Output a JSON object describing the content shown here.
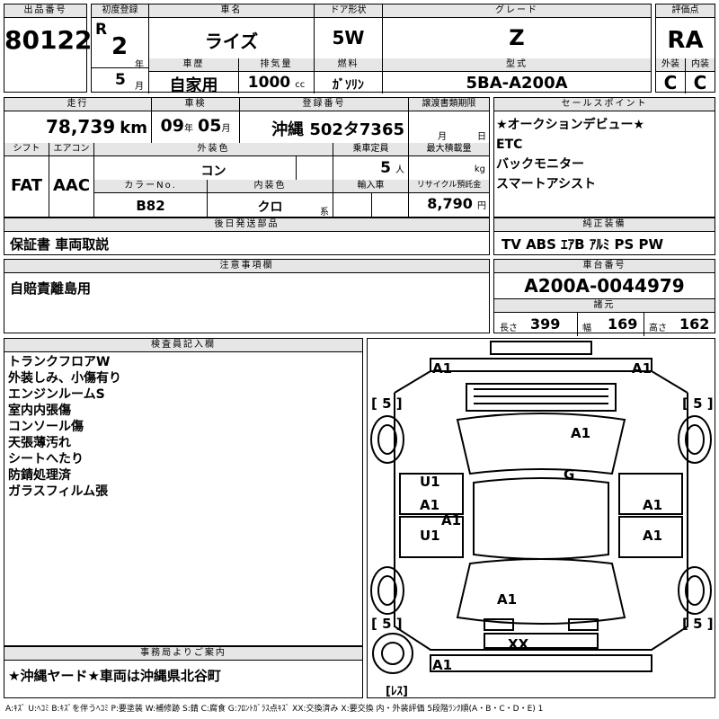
{
  "lot": {
    "label": "出品番号",
    "value": "80122"
  },
  "first_reg": {
    "label": "初度登録",
    "era": "R",
    "year": "2",
    "year_unit": "年",
    "month": "5",
    "month_unit": "月"
  },
  "car_name": {
    "label": "車名",
    "value": "ライズ"
  },
  "door": {
    "label": "ドア形状",
    "value": "5W"
  },
  "grade": {
    "label": "グレード",
    "value": "Z"
  },
  "score": {
    "label": "評価点",
    "value": "RA"
  },
  "history": {
    "label": "車歴",
    "value": "自家用"
  },
  "displacement": {
    "label": "排気量",
    "value": "1000",
    "unit": "cc"
  },
  "fuel": {
    "label": "燃料",
    "value": "ｶﾞｿﾘﾝ"
  },
  "model": {
    "label": "型式",
    "value": "5BA-A200A"
  },
  "ext_score": {
    "label": "外装",
    "value": "C"
  },
  "int_score": {
    "label": "内装",
    "value": "C"
  },
  "mileage": {
    "label": "走行",
    "value": "78,739",
    "unit": "km"
  },
  "inspection": {
    "label": "車検",
    "year": "09",
    "year_unit": "年",
    "month": "05",
    "month_unit": "月"
  },
  "reg_no": {
    "label": "登録番号",
    "value": "沖縄 502タ7365"
  },
  "transfer": {
    "label": "譲渡書類期限",
    "month_unit": "月",
    "day_unit": "日"
  },
  "shift": {
    "label": "シフト",
    "value": "FAT"
  },
  "aircon": {
    "label": "エアコン",
    "value": "AAC"
  },
  "ext_color": {
    "label": "外装色",
    "value": "コン"
  },
  "capacity": {
    "label": "乗車定員",
    "value": "5",
    "unit": "人"
  },
  "max_load": {
    "label": "最大積載量",
    "unit": "kg"
  },
  "color_no": {
    "label": "カラーNo.",
    "value": "B82"
  },
  "int_color": {
    "label": "内装色",
    "value": "クロ",
    "unit": "系"
  },
  "import": {
    "label": "輸入車"
  },
  "recycle": {
    "label": "リサイクル預託金",
    "value": "8,790",
    "unit": "円"
  },
  "sales_points": {
    "label": "セールスポイント",
    "items": [
      "★オークションデビュー★",
      "ETC",
      "バックモニター",
      "スマートアシスト"
    ]
  },
  "later_parts": {
    "label": "後日発送部品",
    "value": "保証書 車両取説"
  },
  "equipment": {
    "label": "純正装備",
    "value": "TV ABS ｴｱB ｱﾙﾐ PS PW"
  },
  "notes": {
    "label": "注意事項欄",
    "value": "自賠責離島用"
  },
  "chassis": {
    "label": "車台番号",
    "value": "A200A-0044979"
  },
  "specs": {
    "label": "諸元",
    "length_label": "長さ",
    "length": "399",
    "width_label": "幅",
    "width": "169",
    "height_label": "高さ",
    "height": "162"
  },
  "inspector": {
    "label": "検査員記入欄",
    "items": [
      "トランクフロアW",
      "外装しみ、小傷有り",
      "エンジンルームS",
      "室内内張傷",
      "コンソール傷",
      "天張薄汚れ",
      "シートへたり",
      "防錆処理済",
      "ガラスフィルム張"
    ]
  },
  "office": {
    "label": "事務局よりご案内",
    "value": "★沖縄ヤード★車両は沖縄県北谷町"
  },
  "diagram": {
    "tire_fl": "[ 5 ]",
    "tire_fr": "[ 5 ]",
    "tire_rl": "[ 5 ]",
    "tire_rr": "[ 5 ]",
    "spare": "[ﾚｽ]",
    "marks": [
      "A1",
      "A1",
      "A1",
      "G",
      "U1",
      "A1",
      "A1",
      "A1",
      "U1",
      "A1",
      "A1",
      "XX",
      "A1"
    ]
  },
  "legend": "A:ｷｽﾞ U:ﾍｺﾐ B:ｷｽﾞを伴うﾍｺﾐ P:要塗装 W:補修跡 S:錆 C:腐食 G:ﾌﾛﾝﾄｶﾞﾗｽ点ｷｽﾞ XX:交換済み X:要交換 内・外装評価 5段階ﾗﾝｸ順(A・B・C・D・E) 1"
}
